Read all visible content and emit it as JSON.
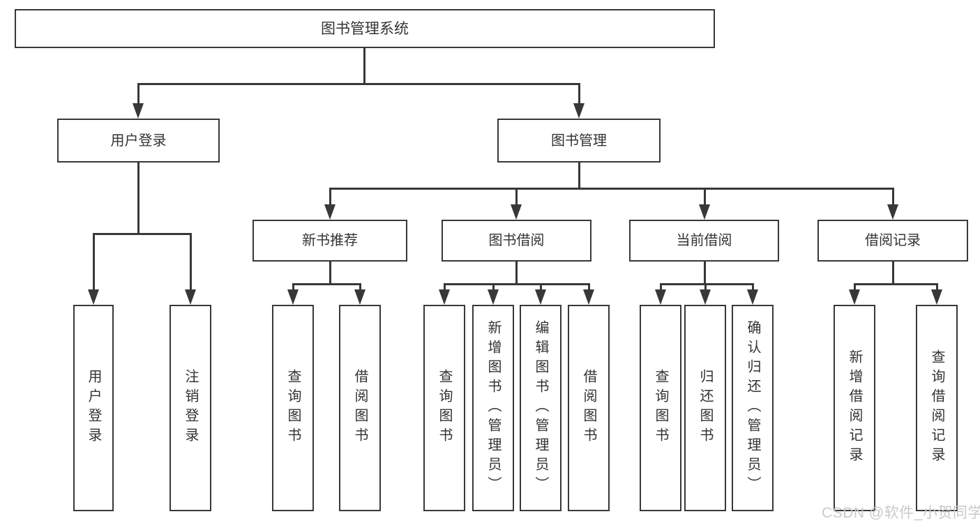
{
  "colors": {
    "line_color": "#383838",
    "text_color": "#333333",
    "watermark_color": "#c9c9c9",
    "background_color": "#ffffff"
  },
  "tree": {
    "root": {
      "label": "图书管理系统",
      "children": [
        {
          "label": "用户登录",
          "children": [
            {
              "label": "用户登录"
            },
            {
              "label": "注销登录"
            }
          ]
        },
        {
          "label": "图书管理",
          "children": [
            {
              "label": "新书推荐",
              "children": [
                {
                  "label": "查询图书"
                },
                {
                  "label": "借阅图书"
                }
              ]
            },
            {
              "label": "图书借阅",
              "children": [
                {
                  "label": "查询图书"
                },
                {
                  "label": "新增图书（管理员）"
                },
                {
                  "label": "编辑图书（管理员）"
                },
                {
                  "label": "借阅图书"
                }
              ]
            },
            {
              "label": "当前借阅",
              "children": [
                {
                  "label": "查询图书"
                },
                {
                  "label": "归还图书"
                },
                {
                  "label": "确认归还（管理员）"
                }
              ]
            },
            {
              "label": "借阅记录",
              "children": [
                {
                  "label": "新增借阅记录"
                },
                {
                  "label": "查询借阅记录"
                }
              ]
            }
          ]
        }
      ]
    }
  },
  "watermark": "CSDN @软件_小贺同学"
}
